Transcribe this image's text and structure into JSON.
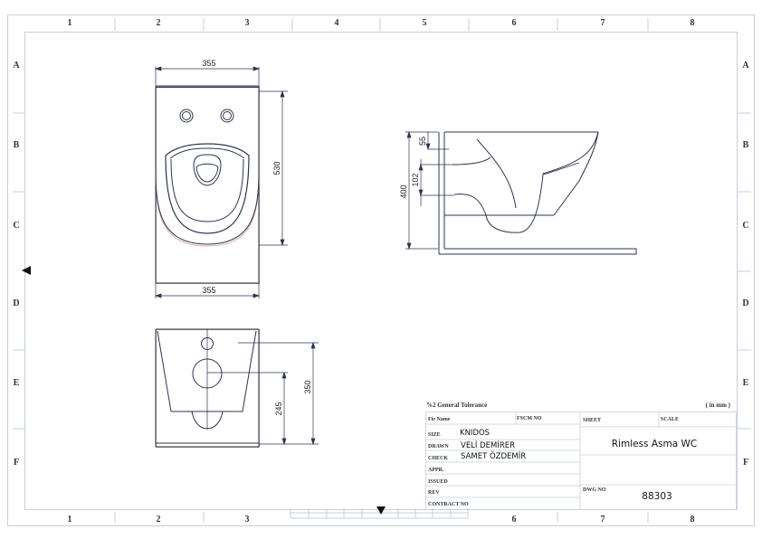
{
  "sheet": {
    "column_labels": [
      "1",
      "2",
      "3",
      "4",
      "5",
      "6",
      "7",
      "8"
    ],
    "bottom_column_labels": [
      "1",
      "2",
      "3",
      "6",
      "7",
      "8"
    ],
    "row_labels": [
      "A",
      "B",
      "C",
      "D",
      "E",
      "F"
    ],
    "frame_color": "#c5cfe0",
    "line_color": "#2b3550",
    "shadow_color": "#d9a08f"
  },
  "views": {
    "top_view": {
      "width_top": "355",
      "width_bottom": "355",
      "depth": "530"
    },
    "side_view": {
      "height_total": "400",
      "dim_upper": "55",
      "dim_middle": "102"
    },
    "rear_view": {
      "dim_outlet": "245",
      "dim_inlet": "350"
    }
  },
  "title_block": {
    "tolerance": "%2 General Tolerance",
    "units": "( in mm )",
    "labels": {
      "file_name": "Fie Name",
      "fscm_no": "FSCM NO",
      "sheet": "SHEET",
      "scale": "SCALE",
      "size": "SIZE",
      "drawn": "DRAWN",
      "check": "CHECK",
      "appr": "APPR.",
      "issued": "ISSUED",
      "rev": "REV",
      "contract_no": "CONTRACT NO",
      "dwg_no": "DWG NO"
    },
    "values": {
      "size": "KNIDOS",
      "drawn": "VELİ DEMİRER",
      "check": "SAMET ÖZDEMİR",
      "title": "Rimless Asma WC",
      "dwg_no": "88303"
    }
  }
}
